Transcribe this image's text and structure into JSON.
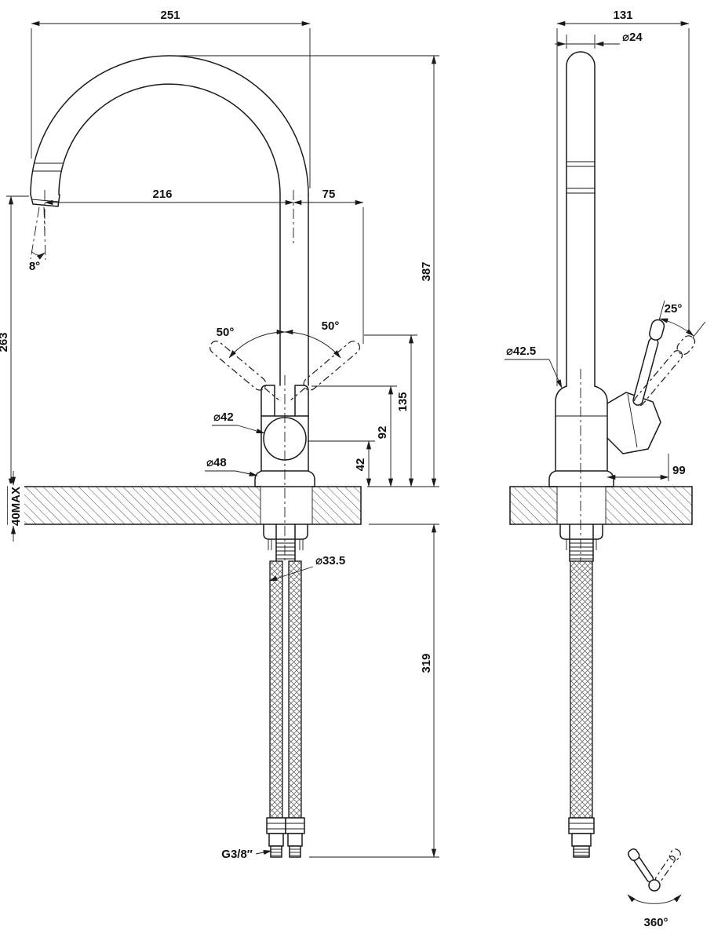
{
  "front_view": {
    "overall_width": "251",
    "spout_reach": "216",
    "handle_offset": "75",
    "overall_height": "387",
    "spout_height": "263",
    "stream_angle": "8°",
    "handle_swing_left": "50°",
    "handle_swing_right": "50°",
    "body_diameter": "⌀42",
    "base_diameter": "⌀48",
    "dim_42": "42",
    "dim_92": "92",
    "dim_135": "135",
    "deck_thickness": "40MAX",
    "hole_diameter": "⌀33.5",
    "hose_length": "319",
    "thread_size": "G3/8″"
  },
  "side_view": {
    "overall_depth": "131",
    "spout_diameter": "⌀24",
    "lever_angle": "25°",
    "body_diameter": "⌀42.5",
    "lever_reach": "99",
    "swivel_angle": "360°"
  }
}
